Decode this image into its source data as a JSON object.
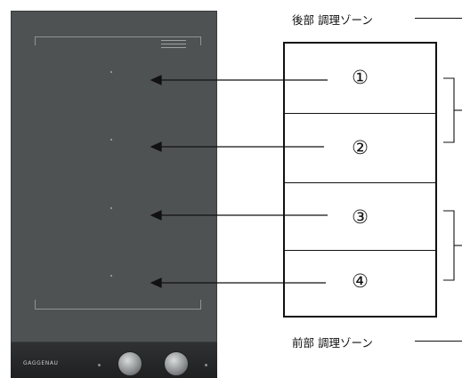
{
  "captions": {
    "rear_zone": "後部 調理ゾーン",
    "front_zone": "前部 調理ゾーン"
  },
  "zones": [
    {
      "label": "①"
    },
    {
      "label": "②"
    },
    {
      "label": "③"
    },
    {
      "label": "④"
    }
  ],
  "brand": "GAGGENAU",
  "colors": {
    "glass": "#4f5253",
    "control_bar": "#2a2c2d",
    "lines": "#111111"
  }
}
